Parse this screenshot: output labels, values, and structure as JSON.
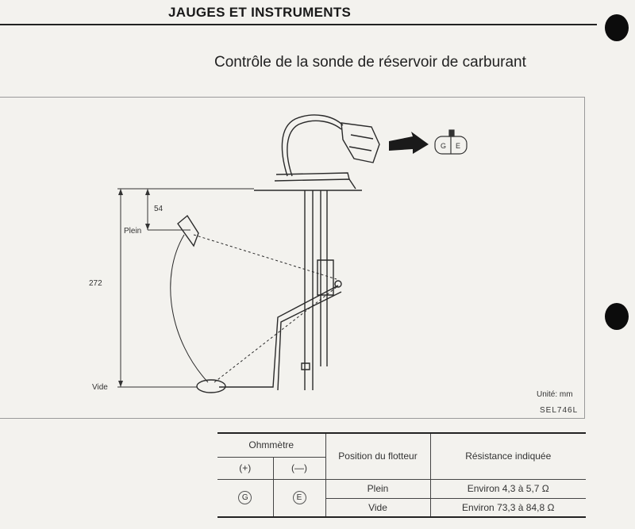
{
  "header": {
    "title": "JAUGES ET INSTRUMENTS"
  },
  "section": {
    "title": "Contrôle de la sonde de réservoir de carburant"
  },
  "figure": {
    "dim_top": "54",
    "dim_total": "272",
    "label_full": "Plein",
    "label_empty": "Vide",
    "units": "Unité: mm",
    "ref": "SEL746L",
    "connector_terminal_g": "G",
    "connector_terminal_e": "E"
  },
  "table": {
    "col_ohmmeter": "Ohmmètre",
    "col_plus": "(+)",
    "col_minus": "(—)",
    "col_position": "Position du flotteur",
    "col_resistance": "Résistance indiquée",
    "terminal_plus": "G",
    "terminal_minus": "E",
    "rows": [
      {
        "position": "Plein",
        "resistance": "Environ 4,3 à 5,7 Ω"
      },
      {
        "position": "Vide",
        "resistance": "Environ 73,3 à 84,8 Ω"
      }
    ]
  }
}
